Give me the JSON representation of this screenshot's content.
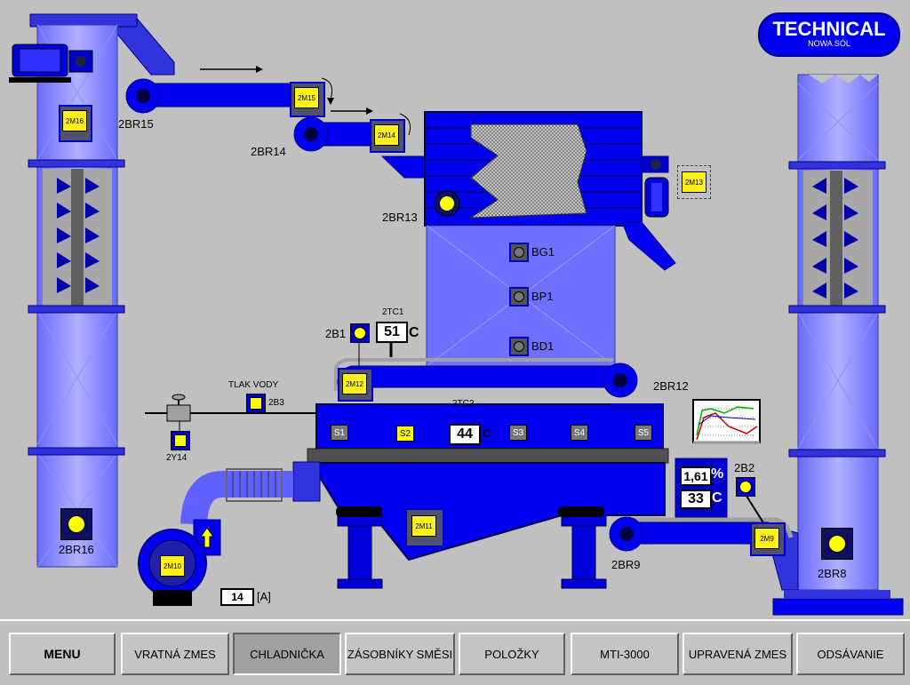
{
  "logo": {
    "title": "TECHNICAL",
    "subtitle": "NOWA SÓL"
  },
  "motors": {
    "m16": "2M16",
    "m15": "2M15",
    "m14": "2M14",
    "m13": "2M13",
    "m12": "2M12",
    "m11": "2M11",
    "m10": "2M10",
    "m9": "2M9"
  },
  "labels": {
    "br15": "2BR15",
    "br14": "2BR14",
    "br13": "2BR13",
    "br12": "2BR12",
    "br16": "2BR16",
    "br9": "2BR9",
    "br8": "2BR8",
    "bg1": "BG1",
    "bp1": "BP1",
    "bd1": "BD1",
    "b1": "2B1",
    "tc1": "2TC1",
    "tc2": "2TC2",
    "b2": "2B2",
    "b3": "2B3",
    "tlak": "TLAK VODY",
    "y14": "2Y14"
  },
  "slots": {
    "s1": "S1",
    "s2": "S2",
    "s3": "S3",
    "s4": "S4",
    "s5": "S5"
  },
  "readings": {
    "tc1_value": "51",
    "tc1_unit": "C",
    "tc2_value": "44",
    "tc2_unit": "C",
    "moisture_value": "1,61",
    "moisture_unit": "%",
    "temp_value": "33",
    "temp_unit": "C",
    "current_value": "14",
    "current_unit": "[A]"
  },
  "nav": [
    {
      "label": "MENU"
    },
    {
      "label": "VRATNÁ ZMES"
    },
    {
      "label": "CHLADNIČKA"
    },
    {
      "label": "ZÁSOBNÍKY  SMĚSI"
    },
    {
      "label": "POLOŽKY"
    },
    {
      "label": "MTI-3000"
    },
    {
      "label": "UPRAVENÁ ZMES"
    },
    {
      "label": "ODSÁVANIE"
    }
  ],
  "colors": {
    "machine_blue": "#0000cc",
    "elevator_blue": "#8080ff",
    "indicator_yellow": "#ffff00"
  }
}
